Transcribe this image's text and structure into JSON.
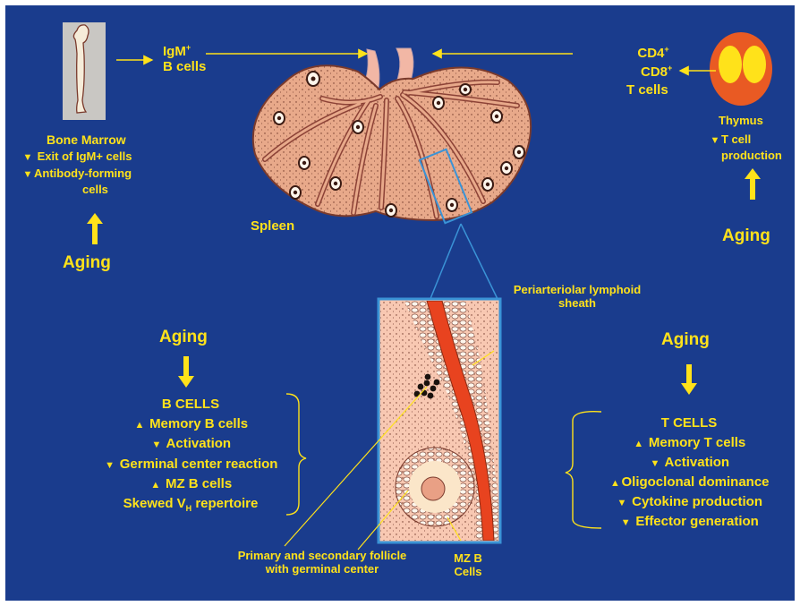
{
  "colors": {
    "background": "#1a3c8d",
    "text": "#ffe21a",
    "spleen": "#e8a98a",
    "spleen_outline": "#7a3a2c",
    "artery": "#e8431f",
    "thymus_outer": "#e95a23",
    "thymus_inner": "#ffe21a"
  },
  "bone_marrow": {
    "label": "Bone Marrow",
    "effects": [
      "Exit of IgM+ cells",
      "Antibody-forming",
      "cells"
    ],
    "aging": "Aging"
  },
  "igm_b_cells": {
    "line1": "IgM",
    "sup": "+",
    "line2": "B cells"
  },
  "t_cell_input": {
    "cd4": "CD4",
    "cd4_sup": "+",
    "cd8": "CD8",
    "cd8_sup": "+",
    "tcells": "T cells"
  },
  "thymus": {
    "label": "Thymus",
    "effects": [
      "T cell",
      "production"
    ],
    "aging": "Aging"
  },
  "spleen": {
    "label": "Spleen"
  },
  "pals": {
    "line1": "Periarteriolar lymphoid",
    "line2": "sheath"
  },
  "follicle": {
    "line1": "Primary and secondary follicle",
    "line2": "with germinal center"
  },
  "mz_b": {
    "line1": "MZ B",
    "line2": "Cells"
  },
  "b_cells": {
    "aging": "Aging",
    "title": "B CELLS",
    "items": [
      "Memory B cells",
      "Activation",
      "Germinal center reaction",
      "MZ B cells"
    ],
    "skewed_prefix": "Skewed V",
    "skewed_sub": "H",
    "skewed_suffix": " repertoire"
  },
  "t_cells": {
    "aging": "Aging",
    "title": "T CELLS",
    "items": [
      "Memory T cells",
      "Activation",
      "Oligoclonal dominance",
      "Cytokine production",
      "Effector generation"
    ]
  },
  "arrow_glyphs": {
    "up": "▲",
    "down": "▼"
  }
}
